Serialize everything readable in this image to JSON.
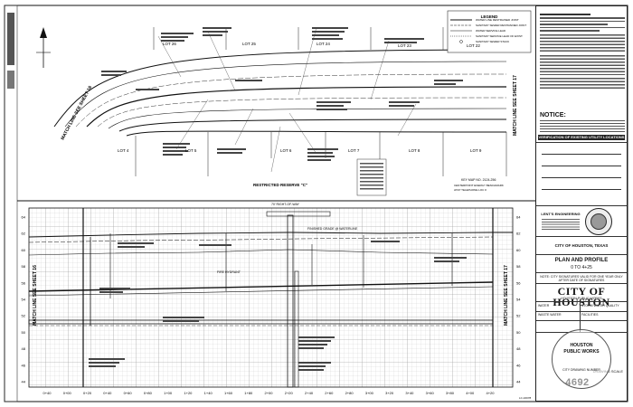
{
  "drawing": {
    "legend_title": "LEGEND",
    "legend_items": [
      "WATER LINE RESTRAINED JOINT",
      "SANITARY SEWER RESTRAINED JOINT",
      "WATER SERVICE LEAD",
      "SANITARY SERVICE LEAD OF EXIST.",
      "SANITARY SEWER STACK"
    ],
    "match_line_left": "MATCH LINE SEE SHEET 16",
    "match_line_right": "MATCH LINE SEE SHEET 17",
    "lots_top": [
      "LOT 26",
      "LOT 25",
      "LOT 24",
      "LOT 23",
      "LOT 22"
    ],
    "lots_bottom": [
      "LOT 4",
      "LOT 5",
      "LOT 6",
      "LOT 7",
      "LOT 8",
      "LOT 9"
    ],
    "restricted_reserve": "RESTRICTED RESERVE \"C\"",
    "fire_hydrant": "FIRE HYDRANT",
    "right_of_way": "70' RIGHT-OF-WAY",
    "profile_note": "FINISHED GRADE @ WATERLINE",
    "key_map": "KEY MAP NO. 2124-256",
    "benchmark_line1": "CENTERPOINT ENERGY BENCHMARK",
    "benchmark_line2": "AT&T TELEPHONE LOC #",
    "elevations": [
      "64",
      "62",
      "60",
      "58",
      "56",
      "54",
      "52",
      "50",
      "48",
      "46",
      "44"
    ],
    "stations": [
      "0+40",
      "0+00",
      "0+20",
      "0+40",
      "0+60",
      "0+80",
      "1+00",
      "1+20",
      "1+40",
      "1+60",
      "1+80",
      "2+00",
      "2+20",
      "2+40",
      "2+60",
      "2+80",
      "3+00",
      "3+20",
      "3+40",
      "3+60",
      "3+80",
      "4+00",
      "4+20"
    ],
    "sheet_ref": "LC-16078"
  },
  "title_block": {
    "city_small": "CITY OF HOUSTON, TEXAS",
    "plan_profile": "PLAN AND PROFILE",
    "station_range": "0 TO 4+25",
    "validity_note": "NOTE: CITY SIGNATURES VALID FOR ONE YEAR ONLY AFTER DATE OF SIGNATURES",
    "city_big": "CITY OF HOUSTON",
    "dept": "HOUSTON PUBLIC WORKS",
    "water_label": "WATER",
    "storm_label": "STORM WATER QUALITY",
    "waste_label": "WASTE WATER",
    "facilities_label": "FACILITIES",
    "drawing_scale": "DRAWING SCALE",
    "drawing_number": "4692",
    "notice_title": "NOTICE:",
    "verification": "VERIFICATION OF EXISTING UTILITY LOCATIONS",
    "engineer_name": "LENT'S ENGINEERING",
    "stamp_line1": "HOUSTON",
    "stamp_line2": "PUBLIC WORKS",
    "stamp_line3": "CITY DRAWING NUMBER"
  }
}
